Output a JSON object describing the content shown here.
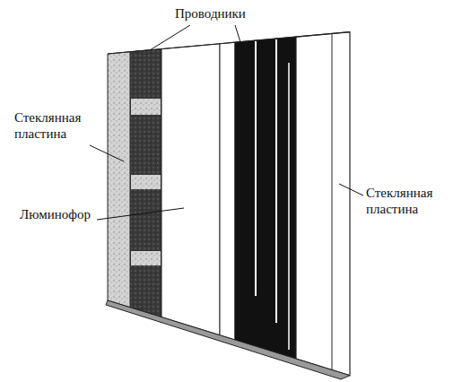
{
  "diagram": {
    "labels": [
      "Проводники",
      "Стеклянная пластина",
      "Люминофор",
      "Стеклянная пластина"
    ]
  }
}
